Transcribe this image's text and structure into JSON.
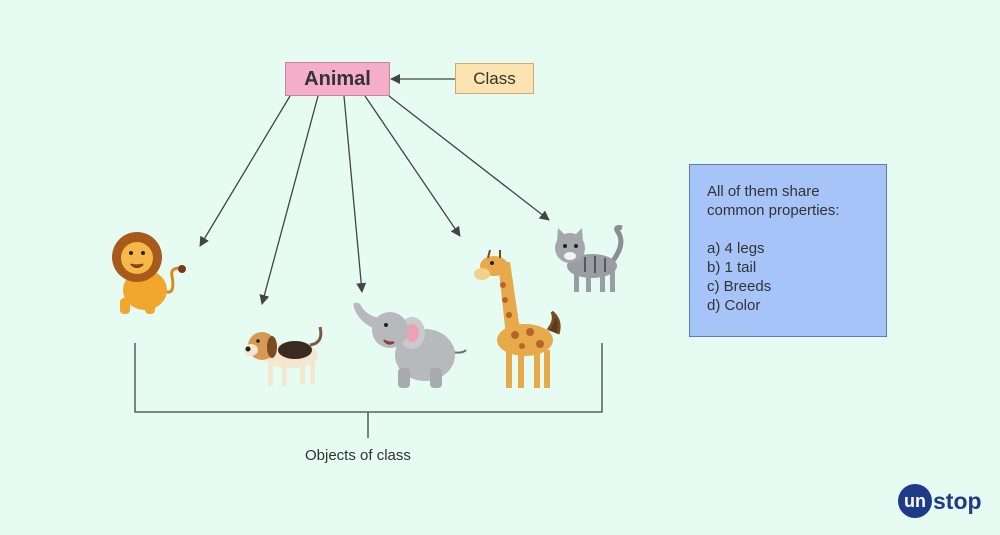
{
  "diagram": {
    "parent_label": "Animal",
    "class_label": "Class",
    "objects_caption": "Objects of class",
    "animals": [
      "lion",
      "dog",
      "elephant",
      "giraffe",
      "cat"
    ]
  },
  "info": {
    "lines": [
      "All of them share",
      "common properties:",
      "",
      "a) 4 legs",
      "b) 1 tail",
      "c) Breeds",
      "d) Color"
    ]
  },
  "brand": {
    "prefix": "un",
    "suffix": "stop"
  },
  "colors": {
    "background": "#e6fbf2",
    "animal_box": "#f5aeca",
    "class_box": "#fde3b0",
    "info_box": "#a6c4f7",
    "brand": "#1f3a87"
  }
}
